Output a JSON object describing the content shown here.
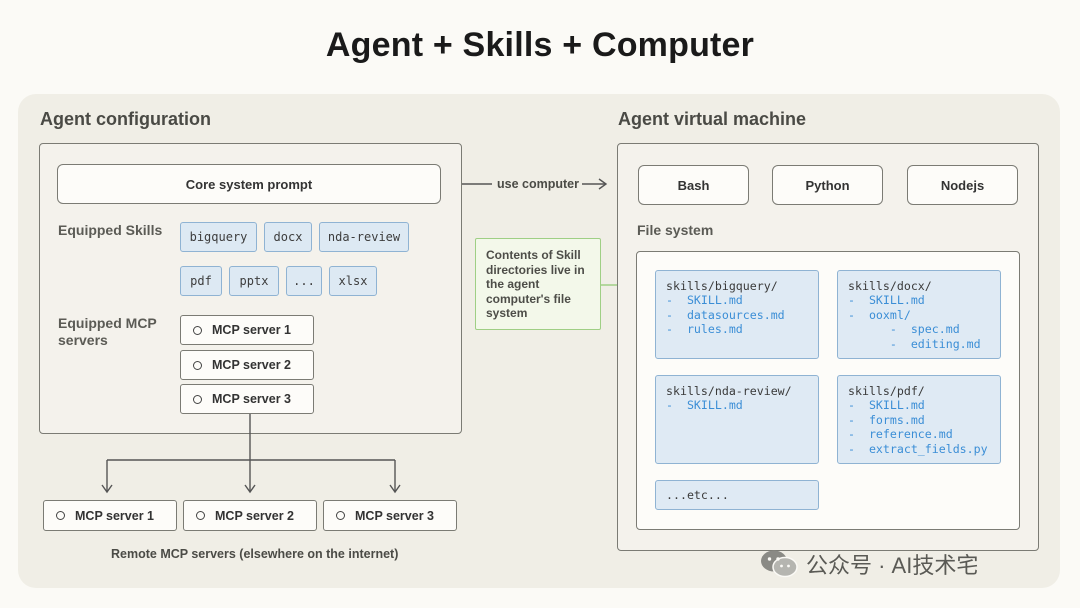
{
  "title": "Agent + Skills + Computer",
  "config": {
    "heading": "Agent configuration",
    "core_prompt": "Core system prompt",
    "skills_label": "Equipped Skills",
    "skills": [
      "bigquery",
      "docx",
      "nda-review",
      "pdf",
      "pptx",
      "...",
      "xlsx"
    ],
    "mcp_label": "Equipped MCP servers",
    "mcp_servers": [
      "MCP server 1",
      "MCP server 2",
      "MCP server 3"
    ]
  },
  "connector": {
    "use_computer": "use computer",
    "note": "Contents of Skill directories live in the agent computer's file system"
  },
  "vm": {
    "heading": "Agent virtual machine",
    "runtimes": [
      "Bash",
      "Python",
      "Nodejs"
    ],
    "fs_label": "File system",
    "dirs": [
      {
        "name": "skills/bigquery/",
        "entries": [
          "-  SKILL.md",
          "-  datasources.md",
          "-  rules.md"
        ]
      },
      {
        "name": "skills/docx/",
        "entries": [
          "-  SKILL.md",
          "-  ooxml/",
          "      -  spec.md",
          "      -  editing.md"
        ]
      },
      {
        "name": "skills/nda-review/",
        "entries": [
          "-  SKILL.md"
        ]
      },
      {
        "name": "skills/pdf/",
        "entries": [
          "-  SKILL.md",
          "-  forms.md",
          "-  reference.md",
          "-  extract_fields.py"
        ]
      }
    ],
    "etc": "...etc..."
  },
  "remote": {
    "servers": [
      "MCP server 1",
      "MCP server 2",
      "MCP server 3"
    ],
    "caption": "Remote MCP servers (elsewhere on the internet)"
  },
  "watermark": "公众号 · AI技术宅",
  "colors": {
    "skill_fill": "#dde9f3",
    "skill_border": "#8fb3d3",
    "file_entry": "#3b8ed6",
    "note_border": "#9fcf85"
  }
}
